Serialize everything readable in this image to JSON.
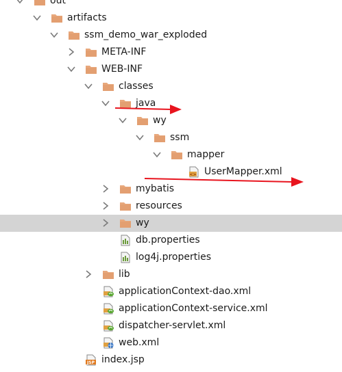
{
  "tree": [
    {
      "label": "out",
      "depth": 0,
      "expanded": true,
      "icon": "folder-icon"
    },
    {
      "label": "artifacts",
      "depth": 1,
      "expanded": true,
      "icon": "folder-icon"
    },
    {
      "label": "ssm_demo_war_exploded",
      "depth": 2,
      "expanded": true,
      "icon": "folder-icon"
    },
    {
      "label": "META-INF",
      "depth": 3,
      "expanded": false,
      "icon": "folder-icon"
    },
    {
      "label": "WEB-INF",
      "depth": 3,
      "expanded": true,
      "icon": "folder-icon"
    },
    {
      "label": "classes",
      "depth": 4,
      "expanded": true,
      "icon": "folder-icon"
    },
    {
      "label": "java",
      "depth": 5,
      "expanded": true,
      "icon": "folder-icon"
    },
    {
      "label": "wy",
      "depth": 6,
      "expanded": true,
      "icon": "folder-icon"
    },
    {
      "label": "ssm",
      "depth": 7,
      "expanded": true,
      "icon": "folder-icon"
    },
    {
      "label": "mapper",
      "depth": 8,
      "expanded": true,
      "icon": "folder-icon"
    },
    {
      "label": "UserMapper.xml",
      "depth": 9,
      "icon": "xml-file-icon"
    },
    {
      "label": "mybatis",
      "depth": 5,
      "expanded": false,
      "icon": "folder-icon"
    },
    {
      "label": "resources",
      "depth": 5,
      "expanded": false,
      "icon": "folder-icon"
    },
    {
      "label": "wy",
      "depth": 5,
      "expanded": false,
      "icon": "folder-icon",
      "selected": true
    },
    {
      "label": "db.properties",
      "depth": 5,
      "icon": "properties-file-icon"
    },
    {
      "label": "log4j.properties",
      "depth": 5,
      "icon": "properties-file-icon"
    },
    {
      "label": "lib",
      "depth": 4,
      "expanded": false,
      "icon": "folder-icon"
    },
    {
      "label": "applicationContext-dao.xml",
      "depth": 4,
      "icon": "spring-xml-file-icon"
    },
    {
      "label": "applicationContext-service.xml",
      "depth": 4,
      "icon": "spring-xml-file-icon"
    },
    {
      "label": "dispatcher-servlet.xml",
      "depth": 4,
      "icon": "spring-xml-file-icon"
    },
    {
      "label": "web.xml",
      "depth": 4,
      "icon": "web-xml-file-icon"
    },
    {
      "label": "index.jsp",
      "depth": 3,
      "icon": "jsp-file-icon",
      "icon_text": "JSP"
    }
  ],
  "colors": {
    "folder": "#e8a87c",
    "folder_dark": "#d9905e",
    "chevron": "#7a7a7a",
    "selection": "#d4d4d4",
    "arrow": "#e8141e"
  }
}
